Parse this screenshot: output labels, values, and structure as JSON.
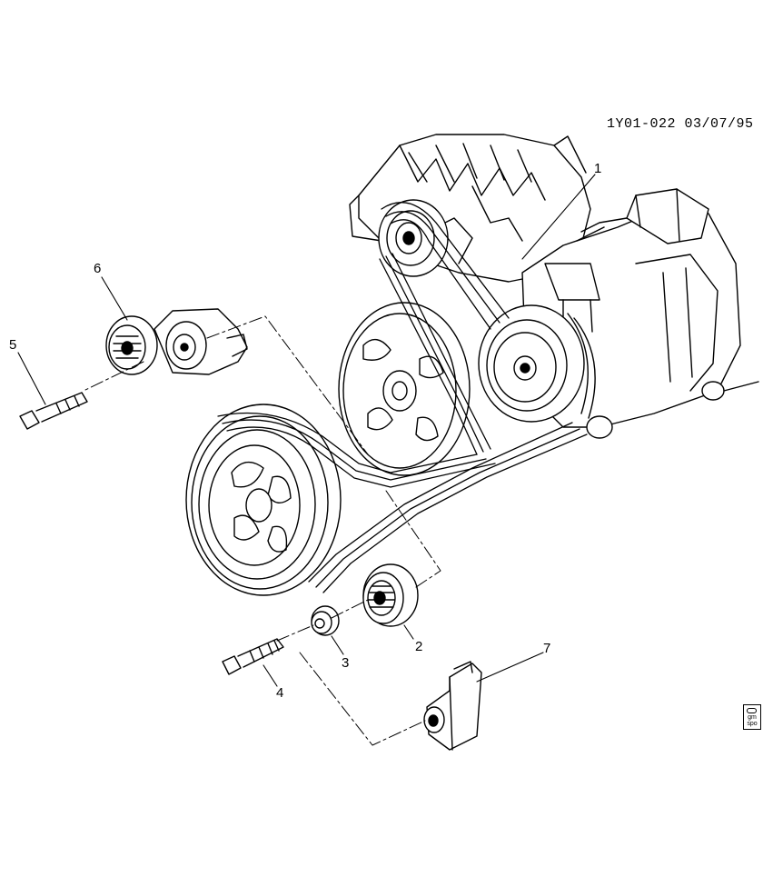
{
  "diagram": {
    "code": "1Y01-022 03/07/95",
    "callouts": [
      "1",
      "2",
      "3",
      "4",
      "5",
      "6",
      "7"
    ],
    "badge": {
      "line1": "gm",
      "line2": "spo"
    }
  }
}
